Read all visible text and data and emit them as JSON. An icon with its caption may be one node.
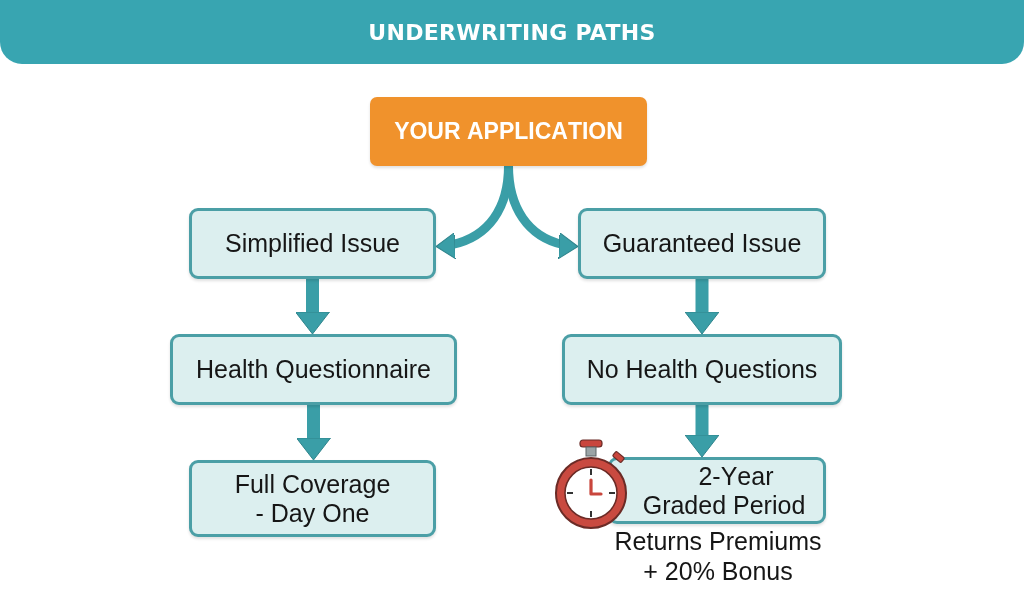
{
  "diagram": {
    "title": "UNDERWRITING PATHS",
    "nodes": [
      {
        "text": [
          "YOUR APPLICATION"
        ]
      },
      {
        "text": [
          "Simplified Issue"
        ]
      },
      {
        "text": [
          "Guaranteed Issue"
        ]
      },
      {
        "text": [
          "Health Questionnaire"
        ]
      },
      {
        "text": [
          "No Health Questions"
        ]
      },
      {
        "text": [
          "Full Coverage - Day One"
        ]
      },
      {
        "text": [
          "2-Year Graded Period"
        ],
        "beside": [
          "Returns Premiums + 20% Bonus"
        ]
      }
    ],
    "edges": [
      {
        "from": 0,
        "to": 1,
        "arrow": "to"
      },
      {
        "from": 0,
        "to": 2,
        "arrow": "to"
      },
      {
        "from": 1,
        "to": 3,
        "arrow": "to"
      },
      {
        "from": 2,
        "to": 4,
        "arrow": "to"
      },
      {
        "from": 3,
        "to": 5,
        "arrow": "to"
      },
      {
        "from": 4,
        "to": 6,
        "arrow": "to"
      }
    ]
  }
}
